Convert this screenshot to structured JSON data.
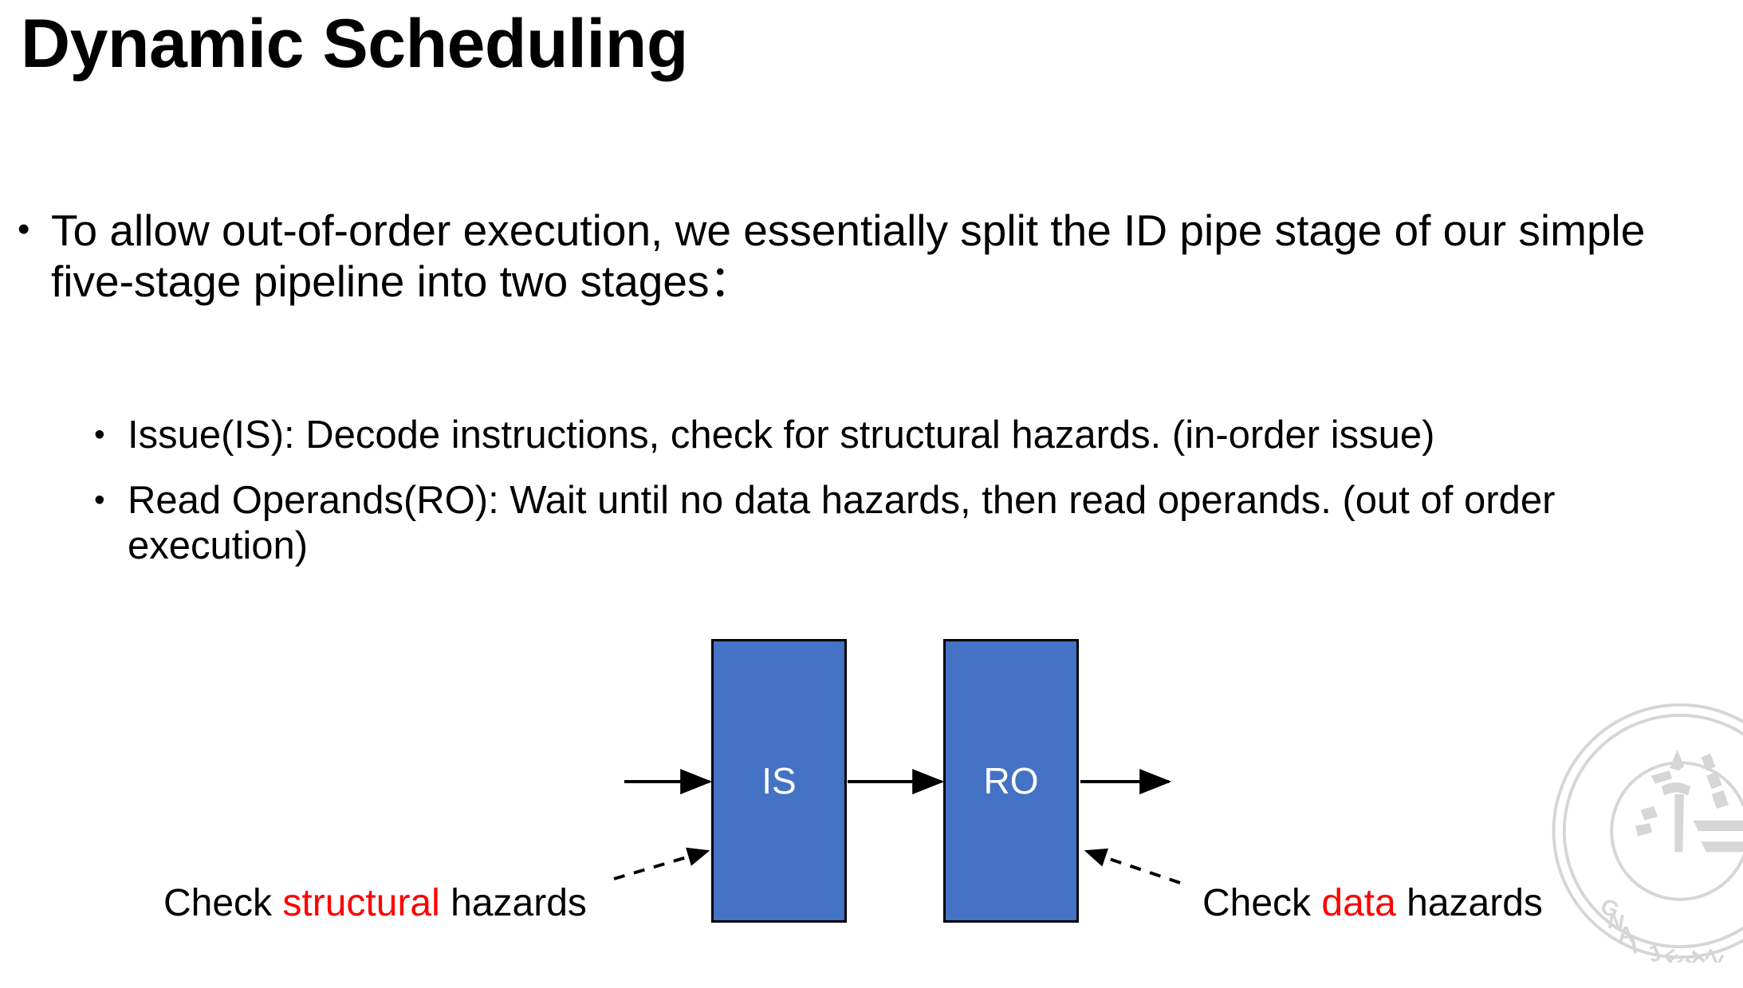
{
  "slide": {
    "title": "Dynamic Scheduling",
    "background_color": "#FFFFFF"
  },
  "body": {
    "bullet_marker": "•",
    "level1": [
      {
        "text": "To allow out-of-order execution, we essentially split the ID pipe stage of our simple five-stage pipeline into two stages："
      }
    ],
    "level2": [
      {
        "text": "Issue(IS): Decode instructions, check for structural hazards. (in-order issue)"
      },
      {
        "text": "Read Operands(RO): Wait until no data hazards, then read operands. (out of order execution)"
      }
    ]
  },
  "diagram": {
    "type": "block-flow",
    "box_fill_color": "#4472C4",
    "box_border_color": "#000000",
    "box_text_color": "#FFFFFF",
    "boxes": [
      {
        "id": "is",
        "label": "IS"
      },
      {
        "id": "ro",
        "label": "RO"
      }
    ],
    "arrows": [
      {
        "id": "in-to-is",
        "style": "solid",
        "direction": "right"
      },
      {
        "id": "is-to-ro",
        "style": "solid",
        "direction": "right"
      },
      {
        "id": "ro-to-out",
        "style": "solid",
        "direction": "right"
      },
      {
        "id": "left-note-to-is",
        "style": "dashed",
        "direction": "up-right"
      },
      {
        "id": "right-note-to-ro",
        "style": "dashed",
        "direction": "up-left"
      }
    ],
    "captions": {
      "left": {
        "prefix": "Check ",
        "highlight": "structural",
        "suffix": " hazards",
        "highlight_color": "#FF0000"
      },
      "right": {
        "prefix": "Check ",
        "highlight": "data",
        "suffix": " hazards",
        "highlight_color": "#FF0000"
      }
    }
  },
  "watermark": {
    "name": "zhejiang-university-seal",
    "text": "ZHEJIANG",
    "color": "#D4D4D4"
  }
}
